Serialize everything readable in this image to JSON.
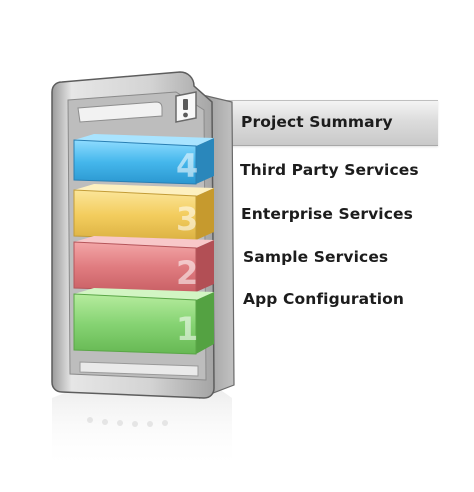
{
  "menu": {
    "items": [
      {
        "label": "Project Summary",
        "active": true
      },
      {
        "label": "Third Party Services",
        "layer": "4",
        "color": "#4bb8ec"
      },
      {
        "label": "Enterprise Services",
        "layer": "3",
        "color": "#f2cf62"
      },
      {
        "label": "Sample Services",
        "layer": "2",
        "color": "#e07f82"
      },
      {
        "label": "App Configuration",
        "layer": "1",
        "color": "#86d373"
      }
    ]
  },
  "colors": {
    "tower_body": "#c8c8c8",
    "tower_frame": "#6e6e6e",
    "active_tab": "#d6d6d6"
  },
  "icons": {
    "tower_badge": "exclamation-door-icon"
  }
}
